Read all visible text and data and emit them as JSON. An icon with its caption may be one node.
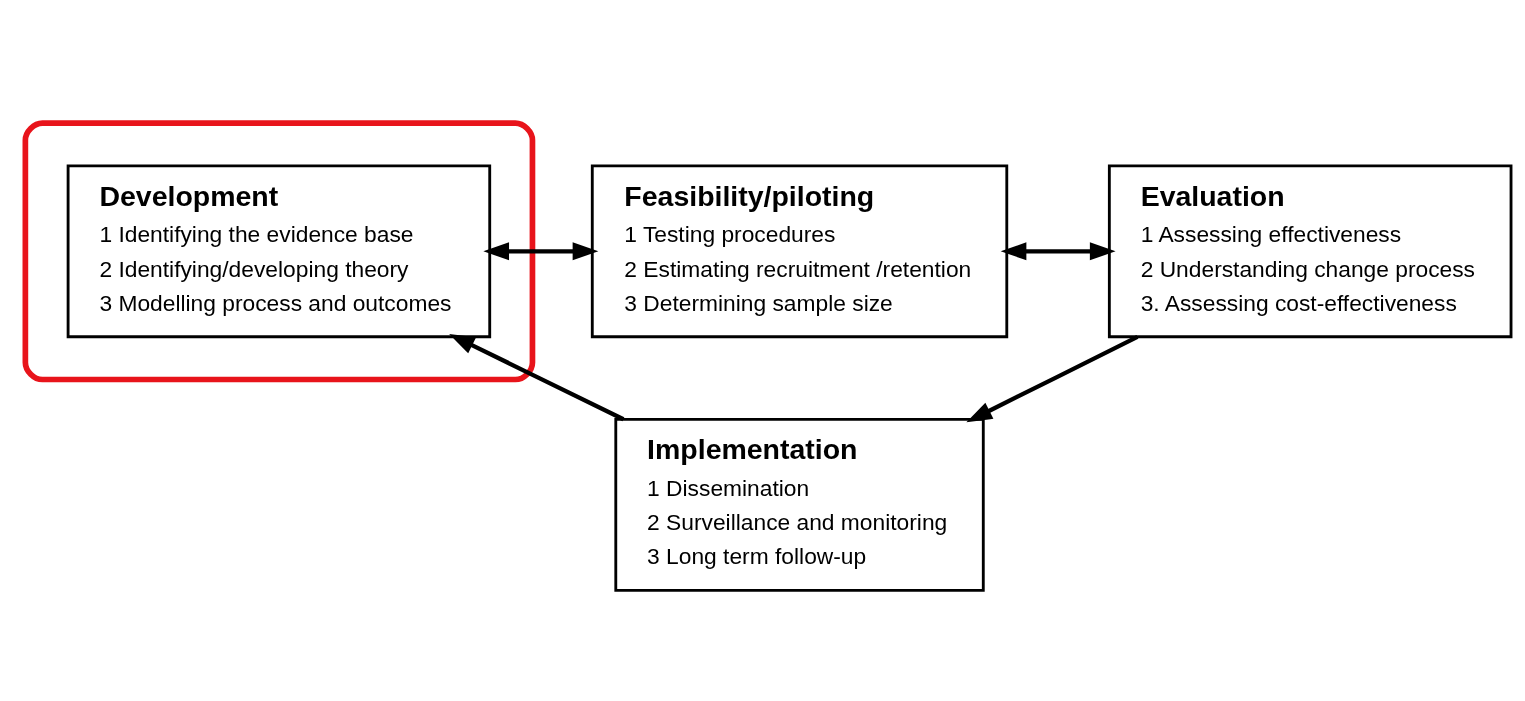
{
  "diagram": {
    "nodes": [
      {
        "text": [
          "Feasibility/piloting",
          "1 Testing procedures",
          "2 Estimating recruitment /retention",
          "3 Determining sample size"
        ]
      },
      {
        "text": [],
        "shape": "ellipse"
      },
      {
        "text": [
          "Development",
          "1 Identifying the evidence base",
          "2 Identifying/developing theory",
          "3 Modelling process and outcomes"
        ],
        "in": 1
      },
      {
        "text": [
          "Evaluation",
          "1 Assessing effectiveness",
          "2 Understanding change process",
          "3. Assessing cost-effectiveness"
        ]
      },
      {
        "text": [
          "Implementation",
          "1 Dissemination",
          "2 Surveillance and monitoring",
          "3 Long term follow-up"
        ]
      }
    ],
    "edges": [
      {
        "from": 2,
        "to": 0,
        "arrow": "both"
      },
      {
        "from": 0,
        "to": 3,
        "arrow": "both"
      },
      {
        "from": 3,
        "to": 4,
        "arrow": "to"
      },
      {
        "from": 4,
        "to": 2,
        "arrow": "to"
      }
    ]
  }
}
